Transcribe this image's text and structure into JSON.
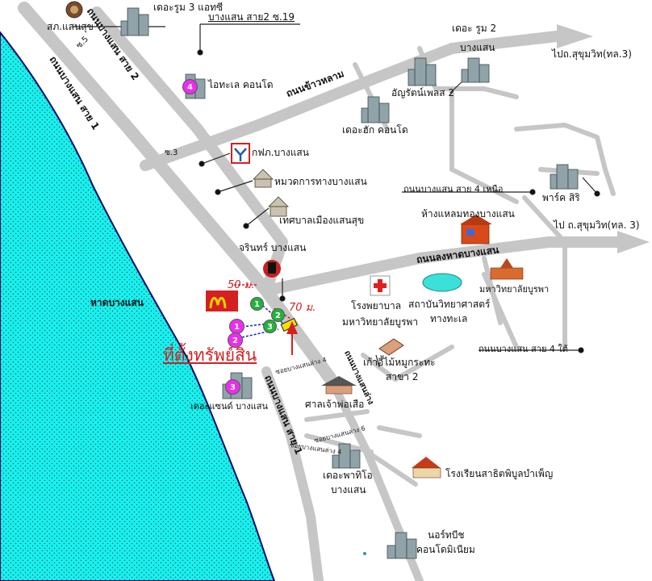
{
  "map": {
    "title": "ที่ตั้งทรัพย์สิน",
    "beach": "หาดบางแสน",
    "roads": {
      "bangsaen_sai2_top": "ถนนบางแสน สาย 2",
      "bangsaen_sai1": "ถนนบางแสน สาย 1",
      "khao_sam_muk": "ถนนข้าวหลาม",
      "long_hat": "ถนนลงหาดบางแสน",
      "bangsaen_sai4_north": "ถนนบางแสน สาย 4 เหนือ",
      "bangsaen_sai4_south": "ถนนบางแสน สาย 4 ใต้",
      "bangsaen_sai1_south": "ถนนบางแสน สาย 1",
      "bangsaen_lang": "ถนนบางแสนล่าง",
      "soi_bangsaen_lang_4": "ซอยบางแสนล่าง 4",
      "soi_bangsaen_lang_4b": "ซอยบางแสนล่าง 4",
      "soi_bangsaen_lang_6": "ซอยบางแสนล่าง 6",
      "soi5": "ซ.5",
      "soi3": "ซ.3",
      "bangsaen_sai2_soi19": "บางแสน สาย2 ซ.19"
    },
    "directions": {
      "to_sukhumvit_1": "ไปถ.สุขุมวิท(ทล.3)",
      "to_sukhumvit_2": "ไป ถ.สุขุมวิท(ทล. 3)"
    },
    "places": {
      "the_room3": "เดอะรูม 3 แอทซี",
      "police": "สภ.แสนสุข",
      "the_room2_line1": "เดอะ รูม 2",
      "the_room2_line2": "บางแสน",
      "aitalay": "ไอทะเล คอนโด",
      "anyarat": "อัญรัตน์เพลส 2",
      "the_hug": "เดอะฮัก คอนโด",
      "pea": "กฟภ.บางแสน",
      "tourism": "หมวดการทางบางแสน",
      "municipality": "เทศบาลเมืองแสนสุข",
      "jarin": "จรินทร์ บางแสน",
      "park_siri": "พาร์ค สิริ",
      "laem_thong": "ห้างแหลมทองบางแสน",
      "hospital_line1": "โรงพยาบาล",
      "hospital_line2": "มหาวิทยาลัยบูรพา",
      "marine_line1": "สถาบันวิทยาศาสตร์",
      "marine_line2": "ทางทะเล",
      "burapha": "มหาวิทยาลัยบูรพา",
      "kao_ee_line1": "เก้าอี้ไม้หมูกระทะ",
      "kao_ee_line2": "สาขา 2",
      "shrine": "ศาลเจ้าพ่อเสือ",
      "the_sand": "เดอะแซนด์ บางแสน",
      "the_patio_line1": "เดอะพาทิโอ",
      "the_patio_line2": "บางแสน",
      "school": "โรงเรียนสาธิตพิบูลบำเพ็ญ",
      "north_beach_line1": "นอร์ทบีช",
      "north_beach_line2": "คอนโดมิเนียม"
    },
    "distances": {
      "d50": "50 ม.",
      "d70": "70 ม."
    },
    "badges": {
      "b4": "4",
      "b3": "3",
      "m1": "1",
      "m2": "2",
      "g1": "1",
      "g2": "2",
      "g3": "3"
    },
    "colors": {
      "sea": "#19f0ee",
      "road": "#c6c6c6",
      "sand": "#ffffff",
      "accent": "#d42020",
      "magenta": "#ec2ded",
      "green": "#21b33a"
    }
  }
}
